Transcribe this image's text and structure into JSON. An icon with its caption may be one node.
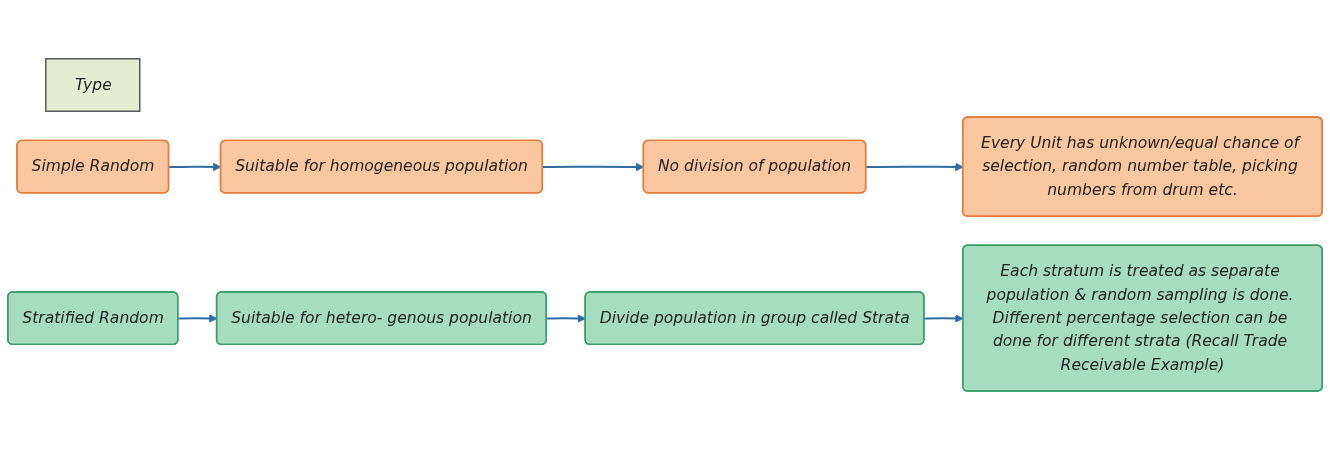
{
  "diagram": {
    "nodes": [
      {
        "text": [
          "Type"
        ]
      },
      {
        "text": [
          "Simple Random"
        ]
      },
      {
        "text": [
          "Suitable for homogeneous population"
        ]
      },
      {
        "text": [
          "No division of population"
        ]
      },
      {
        "text": [
          "Every Unit has unknown/equal chance of selection, random number table, picking numbers from drum etc."
        ]
      },
      {
        "text": [
          "Stratified Random"
        ]
      },
      {
        "text": [
          "Suitable for hetero- genous population"
        ]
      },
      {
        "text": [
          "Divide population in group called Strata"
        ]
      },
      {
        "text": [
          "Each stratum is treated as separate population & random sampling is done. Different percentage selection can be done for different strata (Recall Trade Receivable Example)"
        ]
      }
    ],
    "edges": [
      {
        "from": 1,
        "to": 2,
        "arrow": "to"
      },
      {
        "from": 2,
        "to": 3,
        "arrow": "to"
      },
      {
        "from": 3,
        "to": 4,
        "arrow": "to"
      },
      {
        "from": 5,
        "to": 6,
        "arrow": "to"
      },
      {
        "from": 6,
        "to": 7,
        "arrow": "to"
      },
      {
        "from": 7,
        "to": 8,
        "arrow": "to"
      }
    ]
  }
}
